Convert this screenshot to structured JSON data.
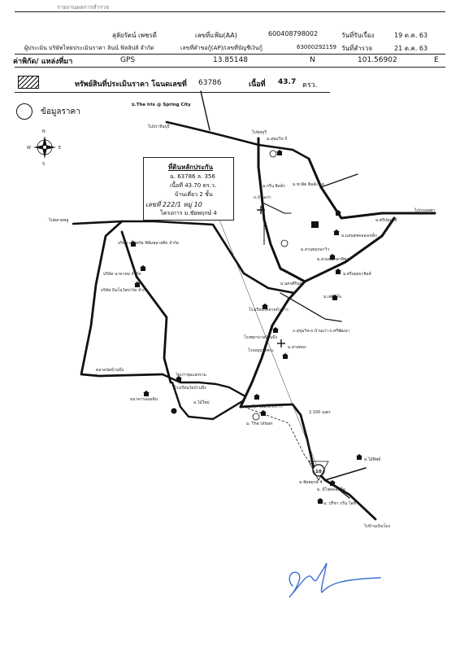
{
  "header": {
    "top_banner": "รายงานผลการสำรวจ",
    "appraiser_name": "สุลัยรัตน์ เพชรดี",
    "file_no_label": "เลขที่แฟ้ม(AA)",
    "file_no": "600408798002",
    "receive_date_label": "วันที่รับเรื่อง",
    "receive_date": "19 ต.ค. 63",
    "company_label": "ผู้ประเมิน บริษัทไทยประเมินราคา ลินน์ ฟิลลิปส์ จำกัด",
    "customer_no_label": "เลขที่คำขอกู้(AP)/เลขที่บัญชีเงินกู้",
    "customer_no": "63000292159",
    "survey_date_label": "วันที่สำรวจ",
    "survey_date": "21 ต.ค. 63",
    "coord_label": "ค่าพิกัด/ แหล่งที่มา",
    "coord_source": "GPS",
    "lat": "13.85148",
    "n_letter": "N",
    "lon": "101.56902",
    "e_letter": "E"
  },
  "legend": {
    "property_label": "ทรัพย์สินที่ประเมินราคา โฉนดเลขที่",
    "deed_no": "63786",
    "area_label": "เนื้อที่",
    "area_value": "43.7",
    "area_unit": "ตรว.",
    "price_info_label": "ข้อมูลราคา"
  },
  "compass": {
    "n": "N",
    "s": "S",
    "e": "E",
    "w": "W"
  },
  "infobox": {
    "title": "ที่ดินหลักประกัน",
    "line1": "ฉ. 63786 ล. 356",
    "line2": "เนื้อที่ 43.70 ตร.ว.",
    "line3": "บ้านเดี่ยว 2 ชั้น",
    "line4": "เลขที่ 222/1 หมู่ 10",
    "line5": "โครงการ ม.ชัยพฤกษ์ 4"
  },
  "map_labels": {
    "iris": "ม.The Iris @ Spring City",
    "to_prachin": "ไปปราจีนบุรี",
    "to_chonburi": "ไปชลบุรี",
    "suksakorn": "ม.สุขุมวิท 5",
    "road_kok": "ถ.บ้านเก่า",
    "soi_thong": "ม.ชวลิต ฮิลล์เกรส",
    "to_bangkok": "ไปกรุงเทพฯ",
    "pathum": "ม.ศรีปทุมวดี",
    "river_bang": "ไปตลาดพลู",
    "sapan": "ม.แสนสุขคลองเหล็ก",
    "wat_baan": "ม.สวนพฤกษาวิว",
    "mooban_p": "ม.สวนพฤกษาพิชาร",
    "sri_ayut": "ม.ศรีอยุธยาฮิลล์",
    "plern": "ม.เพลินใจ",
    "company_a": "บริษัท เซ็นทรัล ฟิล์มพลาสติก จำกัด",
    "company_b": "บริษัท นาคาคม จำกัด",
    "company_c": "บริษัท อินโนวัสปาร์ค จำกัด",
    "school_a": "โรงเรียนวัดลาดบัวขาว",
    "hospital": "โรงพยาบาลบ้านบึง",
    "school_b": "โรงอนุบาลพระ",
    "wat_sadej": "ม.นครศิรินทร์",
    "road_main": "ถ.สุขุมวิท-ถ.บ้านเก่า-ถ.ศรีพัฒนา",
    "market": "ตลาดนัดบ้านบึง",
    "sai_thong": "ม.สายทอง",
    "wat_kao": "วัดเก่าชุมแสงราม",
    "school_c": "โรงเรียนวัดบ้านบึง",
    "thong_pool": "ธนาคารออมสิน",
    "ngamwong": "ม.ไม้ใหม่",
    "saphan_thai": "ถ.สุขุมวิท ซอยโครงการ",
    "urban": "ม. The Urban",
    "dist_label": "2,100 เมตร",
    "chaipruek": "ม.ชัยพฤกษ์ 4",
    "house_x": "ม.ไม้ทิพย์",
    "house_y": "ม. มีโชคคอนโด",
    "house_z": "ม. ปรีชา กรีน ไอซ์",
    "to_bottom": "ไปบ้านเนินโมง",
    "marker_num": "10",
    "pole_no": "ม.กรีน ฮิลล์ก"
  }
}
